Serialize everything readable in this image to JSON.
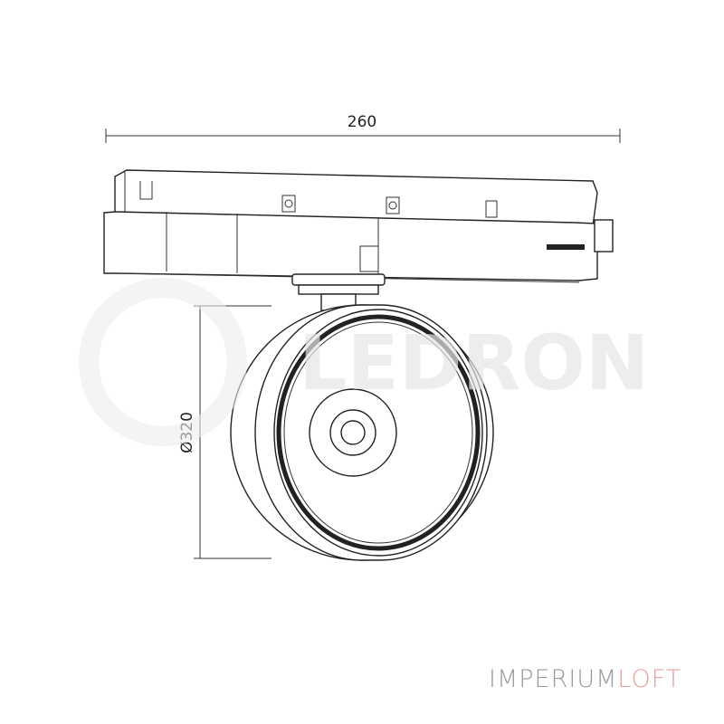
{
  "drawing": {
    "width_dimension": "260",
    "diameter_dimension": "Ø320",
    "line_color": "#222222"
  },
  "watermark": {
    "text": "LEDRON",
    "color": "#f1f1f1"
  },
  "brand": {
    "part1": "IMPERIUM",
    "part2": "LOFT",
    "color1": "#9a9a9a",
    "color2": "#e8a0a0"
  }
}
